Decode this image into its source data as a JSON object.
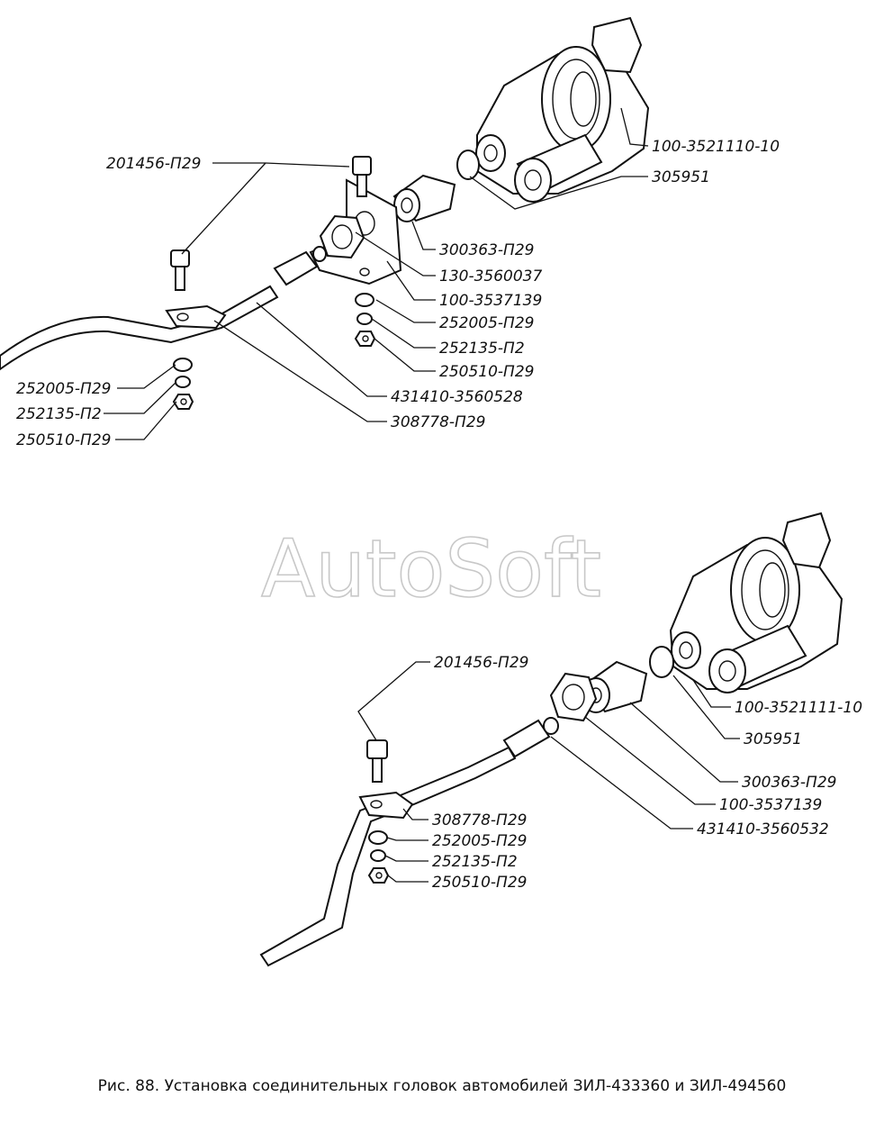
{
  "watermark": "AutoSoft",
  "caption": "Рис. 88. Установка соединительных головок автомобилей ЗИЛ-433360 и ЗИЛ-494560",
  "top_assembly": {
    "labels": [
      "201456-П29",
      "100-3521110-10",
      "305951",
      "300363-П29",
      "130-3560037",
      "100-3537139",
      "252005-П29",
      "252135-П2",
      "250510-П29",
      "431410-3560528",
      "308778-П29",
      "252005-П29",
      "252135-П2",
      "250510-П29"
    ]
  },
  "bottom_assembly": {
    "labels": [
      "201456-П29",
      "100-3521111-10",
      "305951",
      "300363-П29",
      "100-3537139",
      "431410-3560532",
      "308778-П29",
      "252005-П29",
      "252135-П2",
      "250510-П29"
    ]
  }
}
